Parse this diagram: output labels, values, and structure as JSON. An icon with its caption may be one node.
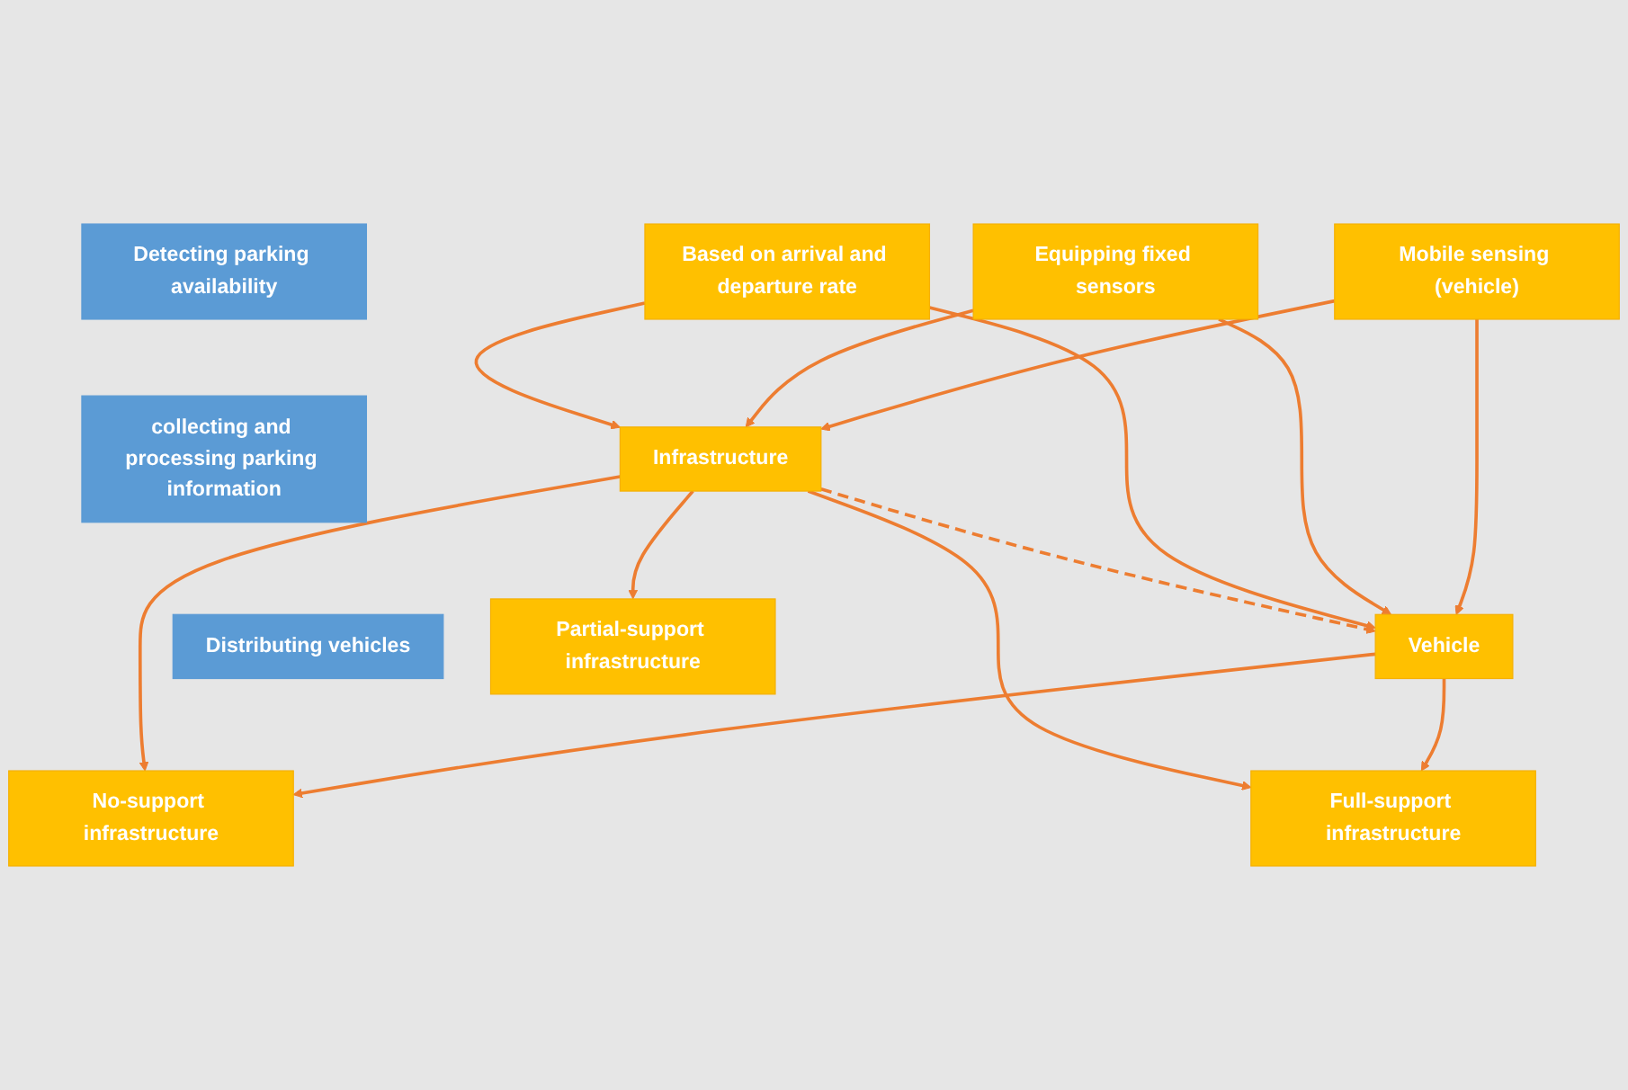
{
  "diagram": {
    "nodes": [
      {
        "text": [
          "Detecting parking availability"
        ]
      },
      {
        "text": [
          "Mobile sensing (vehicle)"
        ]
      },
      {
        "text": [
          "Equipping fixed sensors"
        ]
      },
      {
        "text": [
          "Based on arrival and departure rate"
        ]
      },
      {
        "text": [
          "collecting and processing parking information"
        ]
      },
      {
        "text": [
          "Vehicle"
        ]
      },
      {
        "text": [
          "Infrastructure"
        ]
      },
      {
        "text": [
          "Distributing vehicles"
        ]
      },
      {
        "text": [
          "No-support infrastructure"
        ]
      },
      {
        "text": [
          "Partial-support infrastructure"
        ]
      },
      {
        "text": [
          "Full-support infrastructure"
        ]
      }
    ],
    "edges": [
      {
        "from": 1,
        "to": 5,
        "arrow": "to"
      },
      {
        "from": 1,
        "to": 6,
        "arrow": "to"
      },
      {
        "from": 2,
        "to": 5,
        "arrow": "to"
      },
      {
        "from": 2,
        "to": 6,
        "arrow": "to"
      },
      {
        "from": 3,
        "to": 5,
        "arrow": "to"
      },
      {
        "from": 3,
        "to": 6,
        "arrow": "to"
      },
      {
        "from": 6,
        "to": 5,
        "arrow": "to",
        "style": "dashed"
      },
      {
        "from": 5,
        "to": 8,
        "arrow": "to"
      },
      {
        "from": 5,
        "to": 10,
        "arrow": "to"
      },
      {
        "from": 6,
        "to": 8,
        "arrow": "to"
      },
      {
        "from": 6,
        "to": 9,
        "arrow": "to"
      },
      {
        "from": 6,
        "to": 10,
        "arrow": "to"
      }
    ]
  }
}
